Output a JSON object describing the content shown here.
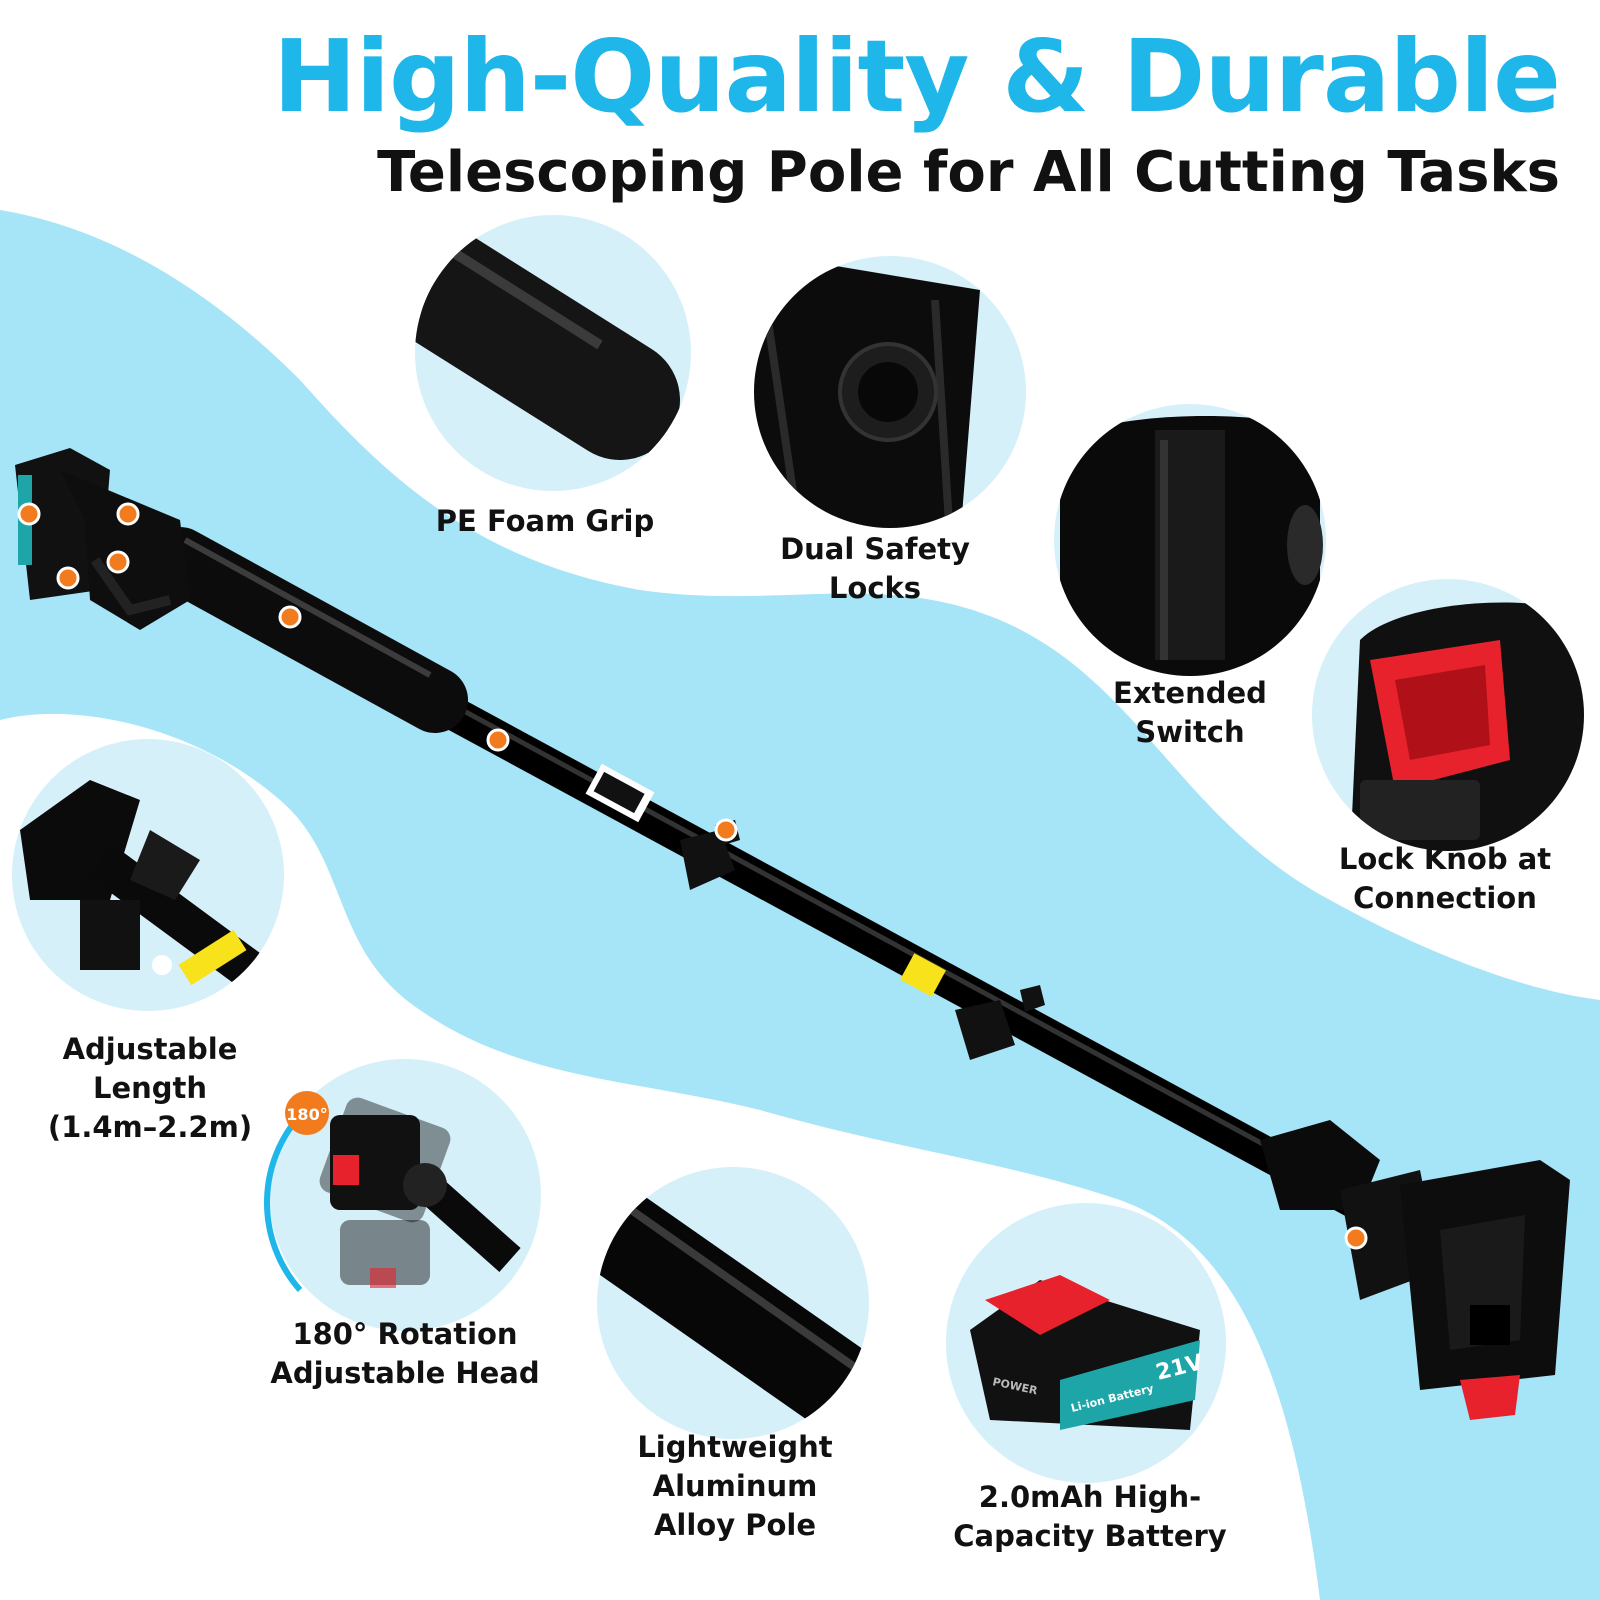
{
  "header": {
    "title": "High-Quality & Durable",
    "subtitle": "Telescoping Pole for All Cutting Tasks"
  },
  "features": {
    "foam_grip": "PE Foam Grip",
    "safety_locks": "Dual Safety\nLocks",
    "extended_switch": "Extended\nSwitch",
    "lock_knob": "Lock Knob at\nConnection",
    "adjustable_length": "Adjustable\nLength\n(1.4m–2.2m)",
    "rotation_head": "180° Rotation\nAdjustable Head",
    "aluminum_pole": "Lightweight\nAluminum\nAlloy Pole",
    "battery": "2.0mAh High-\nCapacity Battery"
  },
  "badges": {
    "rotation": "180°",
    "battery_voltage": "21V",
    "battery_type": "Li-ion Battery",
    "power_brand": "POWER"
  },
  "colors": {
    "accent": "#1fb6ea",
    "wave_light": "#a6e4f7",
    "circle_fill": "#d6f0fa",
    "marker": "#f27b1d",
    "switch_red": "#e8222d",
    "battery_teal": "#1ea5a8"
  },
  "icons": {
    "marker": "orange-dot-marker"
  }
}
